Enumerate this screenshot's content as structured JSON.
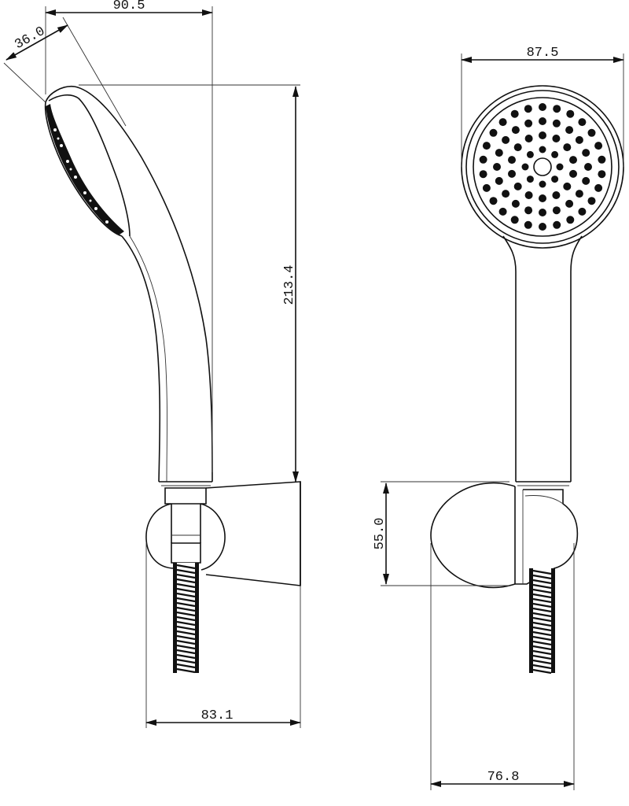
{
  "drawing": {
    "dimensions": {
      "side_top_width": "90.5",
      "side_head_depth": "36.0",
      "side_height": "213.4",
      "side_bracket_width": "83.1",
      "front_head_width": "87.5",
      "front_bracket_height": "55.0",
      "front_bracket_width": "76.8"
    },
    "colors": {
      "line": "#111111",
      "background": "#ffffff"
    }
  }
}
